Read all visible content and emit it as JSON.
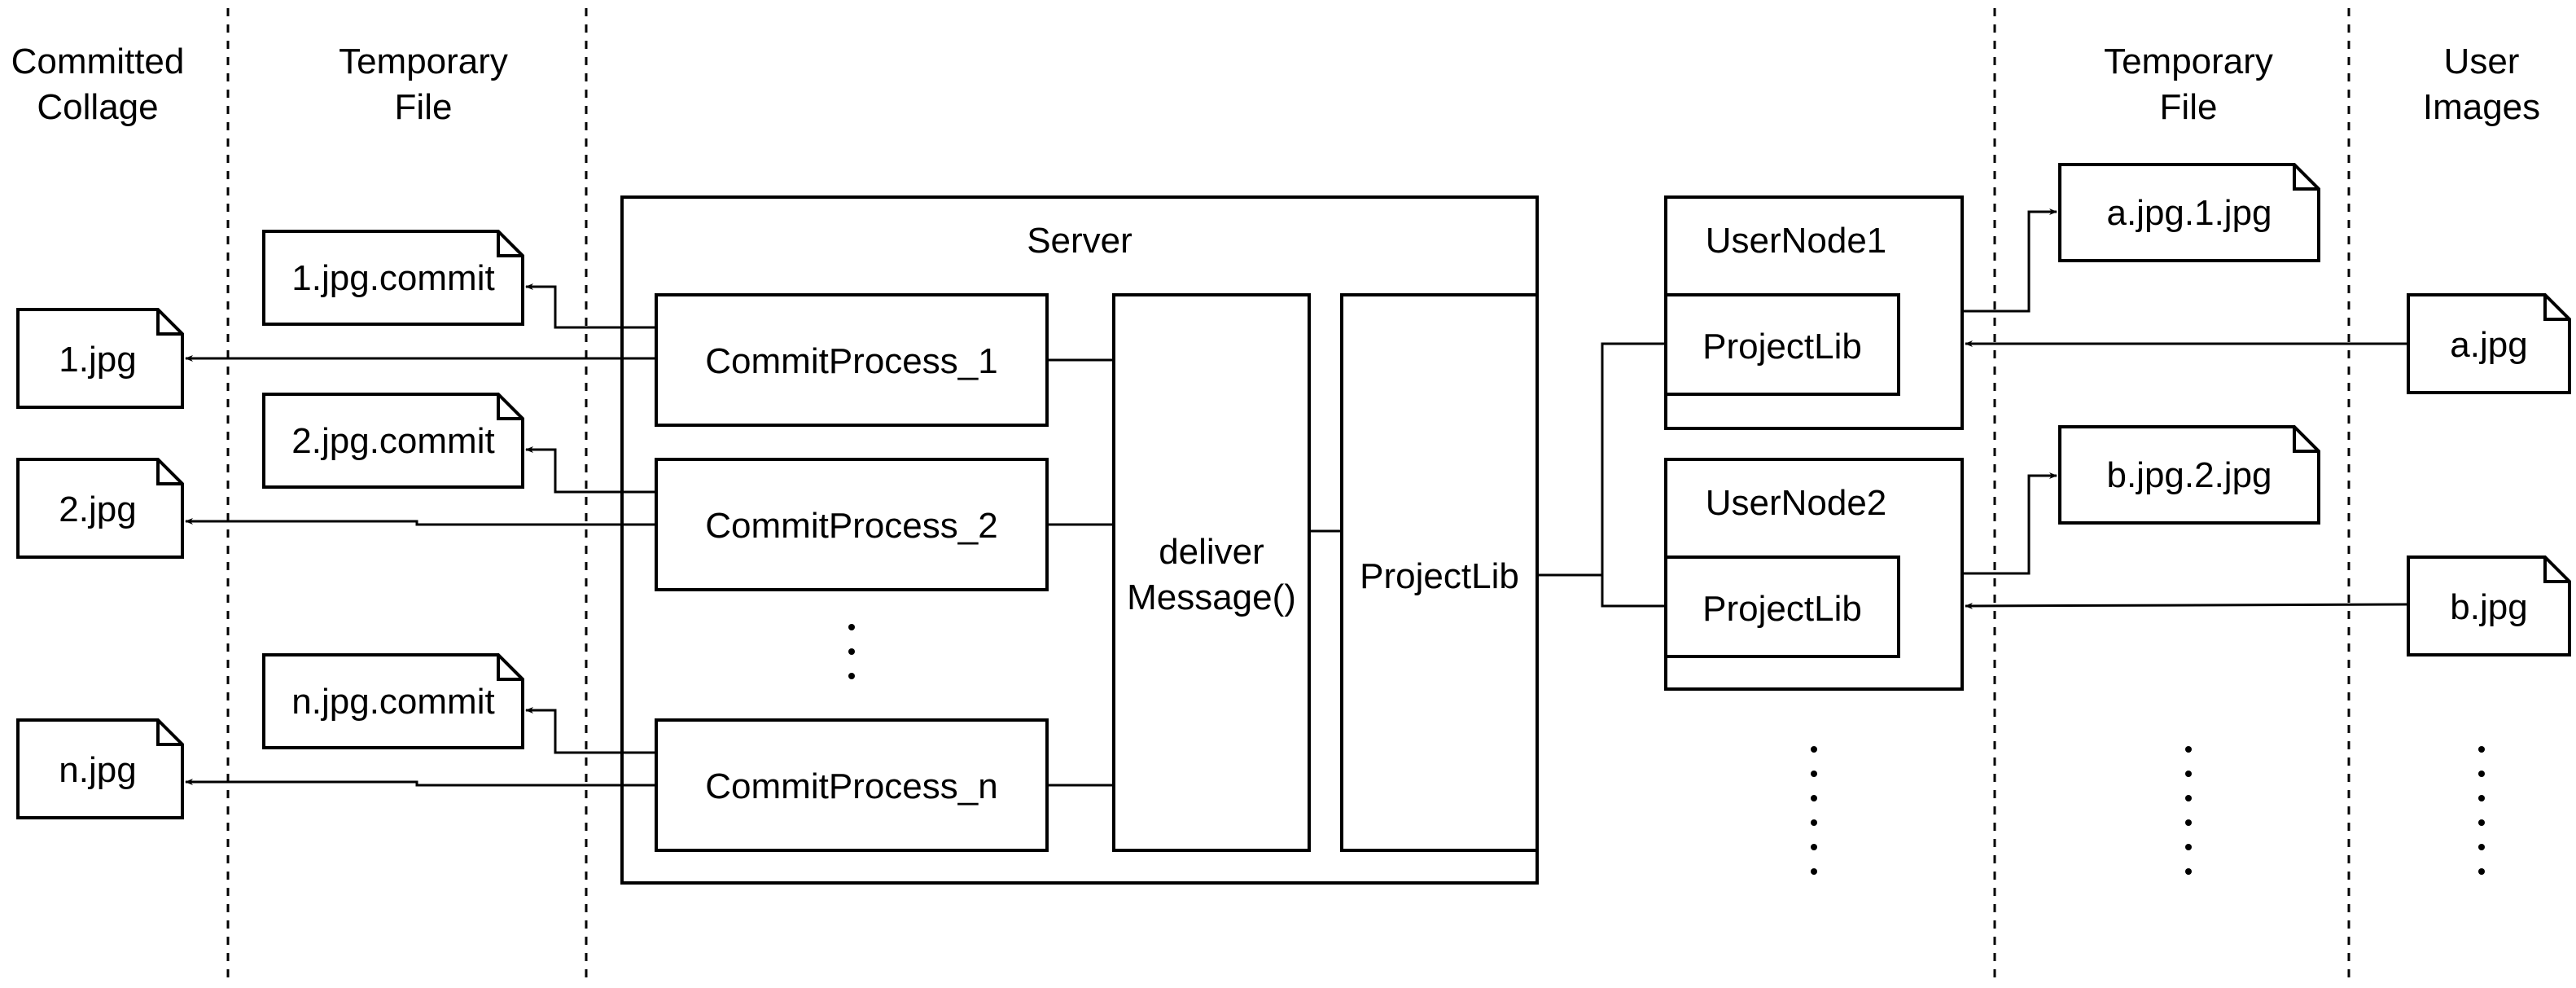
{
  "columns": {
    "committed_collage": [
      "Committed",
      "Collage"
    ],
    "temporary_file_left": [
      "Temporary",
      "File"
    ],
    "temporary_file_right": [
      "Temporary",
      "File"
    ],
    "user_images": [
      "User",
      "Images"
    ]
  },
  "server": {
    "title": "Server",
    "commit_processes": [
      "CommitProcess_1",
      "CommitProcess_2",
      "CommitProcess_n"
    ],
    "deliver_message": [
      "deliver",
      "Message()"
    ],
    "project_lib": "ProjectLib"
  },
  "user_nodes": [
    {
      "title": "UserNode1",
      "lib": "ProjectLib"
    },
    {
      "title": "UserNode2",
      "lib": "ProjectLib"
    }
  ],
  "files": {
    "commit_temp": [
      "1.jpg.commit",
      "2.jpg.commit",
      "n.jpg.commit"
    ],
    "collage": [
      "1.jpg",
      "2.jpg",
      "n.jpg"
    ],
    "user_temp": [
      "a.jpg.1.jpg",
      "b.jpg.2.jpg"
    ],
    "user_images": [
      "a.jpg",
      "b.jpg"
    ]
  }
}
